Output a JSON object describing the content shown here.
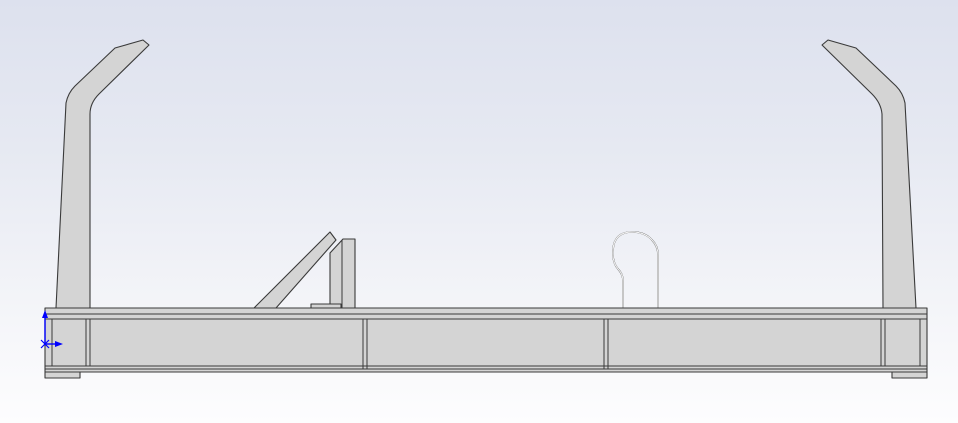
{
  "viewport": {
    "background_top": "#dde1ee",
    "background_bottom": "#fdfdfe",
    "part_fill": "#d4d4d4",
    "edge_color": "#3a3a3a"
  },
  "triad": {
    "y_axis_color": "#0000ff",
    "x_axis_color": "#0000ff",
    "origin_icon": "origin-triad-icon"
  },
  "model": {
    "view": "front",
    "components": [
      "left-upright-post",
      "right-upright-post",
      "angled-bracket",
      "grab-handle",
      "base-frame-beam",
      "left-foot-pad",
      "right-foot-pad"
    ]
  }
}
